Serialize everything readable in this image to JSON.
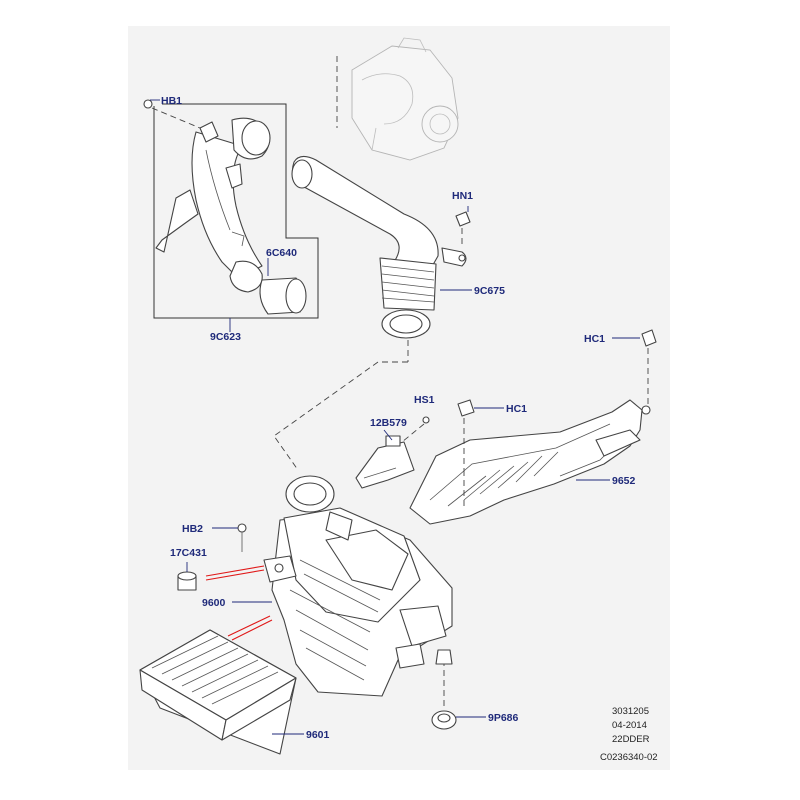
{
  "labels": {
    "HB1": "HB1",
    "HN1": "HN1",
    "p6C640": "6C640",
    "p9C623": "9C623",
    "p9C675": "9C675",
    "HC1_top": "HC1",
    "HS1": "HS1",
    "HC1_mid": "HC1",
    "p12B579": "12B579",
    "p9652": "9652",
    "HB2": "HB2",
    "p17C431": "17C431",
    "p9600": "9600",
    "p9P686": "9P686",
    "p9601": "9601"
  },
  "meta": {
    "line1": "3031205",
    "line2": "04-2014",
    "line3": "22DDER",
    "line4": "C0236340-02"
  },
  "colors": {
    "label": "#1f2a7a",
    "leader_red": "#e01818",
    "background": "#f3f3f3"
  }
}
